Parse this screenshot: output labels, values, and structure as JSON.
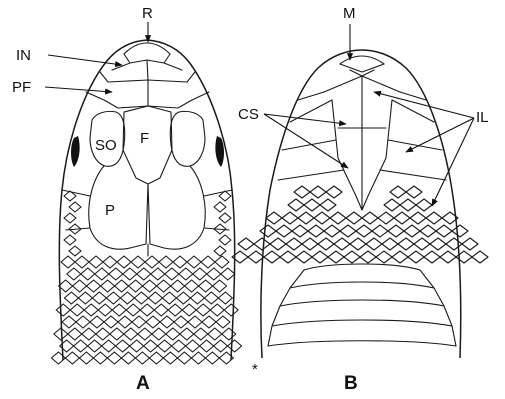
{
  "views": [
    {
      "caption": "A",
      "labels": {
        "R": "R",
        "IN": "IN",
        "PF": "PF",
        "SO": "SO",
        "F": "F",
        "P": "P"
      }
    },
    {
      "caption": "B",
      "labels": {
        "M": "M",
        "CS": "CS",
        "IL": "IL"
      }
    }
  ],
  "corner_mark": "*",
  "colors": {
    "ink": "#1a1a1a",
    "background": "#ffffff"
  }
}
